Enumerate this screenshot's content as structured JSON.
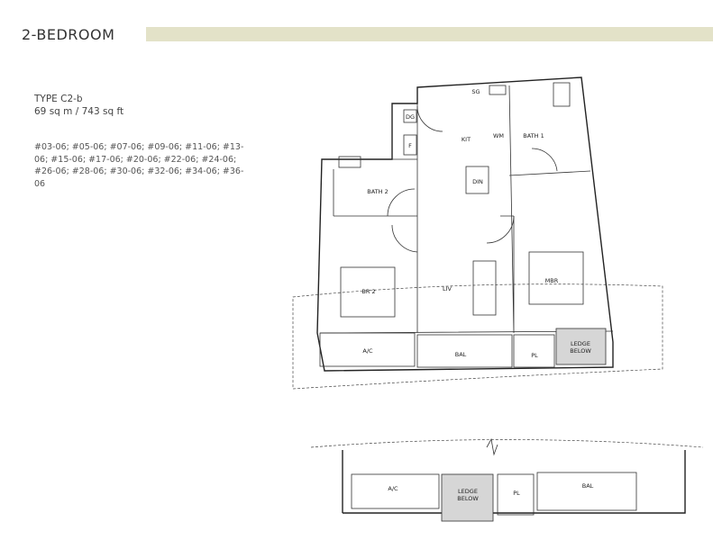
{
  "header": {
    "title": "2-BEDROOM"
  },
  "unit": {
    "type": "TYPE C2-b",
    "area": "69 sq m / 743 sq ft",
    "unit_numbers": "#03-06; #05-06; #07-06; #09-06; #11-06; #13-06; #15-06; #17-06; #20-06; #22-06; #24-06; #26-06; #28-06; #30-06; #32-06; #34-06; #36-06"
  },
  "rooms": {
    "sg": "SG",
    "dg": "DG",
    "f": "F",
    "kit": "KIT",
    "wm": "WM",
    "bath1": "BATH 1",
    "bath2": "BATH 2",
    "din": "DIN",
    "br2": "BR 2",
    "liv": "LIV",
    "mbr": "MBR",
    "ac": "A/C",
    "bal": "BAL",
    "pl": "PL",
    "ledge": "LEDGE",
    "below": "BELOW"
  },
  "key_plan": {
    "ac": "A/C",
    "ledge": "LEDGE",
    "below": "BELOW",
    "pl": "PL",
    "bal": "BAL"
  },
  "colors": {
    "bar": "#e3e2c8",
    "ledge": "#d6d6d6"
  }
}
